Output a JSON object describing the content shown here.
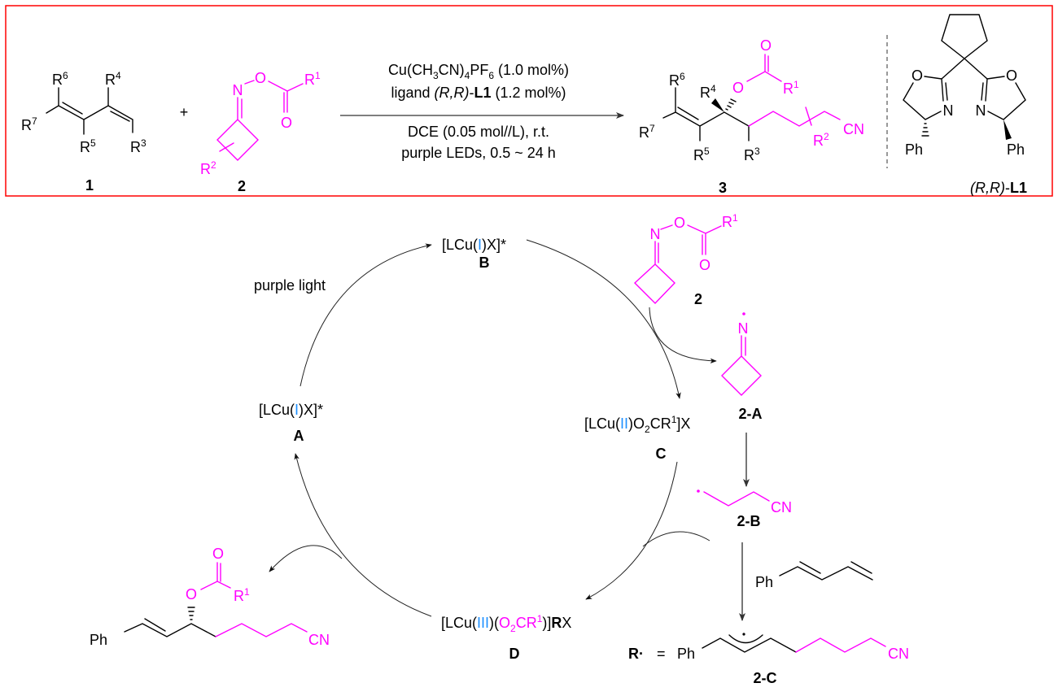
{
  "colors": {
    "accent": "#FF00FF",
    "oxidation_state": "#1E90FF",
    "frame": "#FF0000"
  },
  "r": "R",
  "top": {
    "compound_1": {
      "label": "1",
      "r3": "3",
      "r4": "4",
      "r5": "5",
      "r6": "6",
      "r7": "7"
    },
    "plus": "+",
    "compound_2": {
      "label": "2",
      "n": "N",
      "o": "O",
      "r1": "1",
      "r2": "2"
    },
    "conditions": {
      "line1": {
        "a": "Cu(CH",
        "s1": "3",
        "b": "CN)",
        "s2": "4",
        "c": "PF",
        "s3": "6",
        "d": " (1.0 mol%)"
      },
      "line2": {
        "a": "ligand ",
        "rr": "(R,R)",
        "dash": "-",
        "l1": "L1",
        "d": " (1.2 mol%)"
      },
      "line3": "DCE (0.05 mol//L), r.t.",
      "line4": "purple LEDs, 0.5 ~ 24 h"
    },
    "compound_3": {
      "label": "3",
      "o": "O",
      "cn": "CN",
      "r1": "1",
      "r2": "2",
      "r3": "3",
      "r4": "4",
      "r5": "5",
      "r6": "6",
      "r7": "7"
    },
    "ligand": {
      "o": "O",
      "n": "N",
      "ph": "Ph",
      "label_rr": "(R,R)",
      "label_dash": "-",
      "label_l1": "L1"
    }
  },
  "cycle": {
    "A": {
      "pre": "[LCu(",
      "ox": "I",
      "post": ")X]*",
      "label": "A"
    },
    "B": {
      "pre": "[LCu(",
      "ox": "I",
      "post": ")X]*",
      "label": "B"
    },
    "C": {
      "pre": "[LCu(",
      "ox": "II",
      "mid": ")O",
      "sub": "2",
      "cr": "CR",
      "sup": "1",
      "post": "]X",
      "label": "C"
    },
    "D": {
      "pre": "[LCu(",
      "ox": "III",
      "mid": ")(",
      "o": "O",
      "sub": "2",
      "cr": "CR",
      "sup": "1",
      "close": ")]",
      "r": "R",
      "x": "X",
      "label": "D"
    },
    "purple_light": "purple light",
    "reagent_2": {
      "label": "2",
      "n": "N",
      "o": "O",
      "r1": "1"
    },
    "radical_2A": {
      "label": "2-A",
      "n": "N"
    },
    "radical_2B": {
      "label": "2-B",
      "cn": "CN"
    },
    "diene": {
      "ph": "Ph"
    },
    "radical_2C": {
      "label": "2-C",
      "r_dot": "R·",
      "eq": "=",
      "ph": "Ph",
      "cn": "CN"
    },
    "product": {
      "ph": "Ph",
      "o": "O",
      "r1": "1",
      "cn": "CN"
    }
  }
}
